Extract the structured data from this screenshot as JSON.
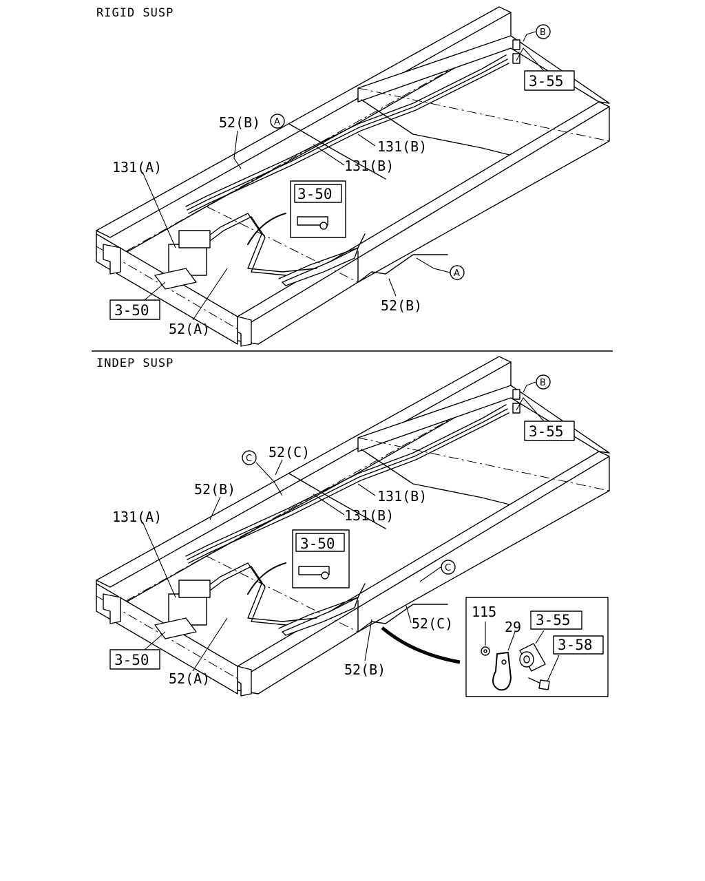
{
  "sections": [
    {
      "title": "RIGID SUSP",
      "labels": {
        "l52b_top": "52(B)",
        "l131a": "131(A)",
        "l131b_1": "131(B)",
        "l131b_2": "131(B)",
        "l52b_right": "52(B)",
        "l52a": "52(A)"
      },
      "circles": {
        "a_top": "A",
        "a_right": "A",
        "b": "B"
      },
      "refs": {
        "r355": "3-55",
        "r350_inset": "3-50",
        "r350_bottom": "3-50"
      }
    },
    {
      "title": "INDEP SUSP",
      "labels": {
        "l52c_top": "52(C)",
        "l52b_top": "52(B)",
        "l131a": "131(A)",
        "l131b_1": "131(B)",
        "l131b_2": "131(B)",
        "l52c_right": "52(C)",
        "l52b_bottom": "52(B)",
        "l52a": "52(A)"
      },
      "circles": {
        "c_top": "C",
        "c_right": "C",
        "b": "B"
      },
      "refs": {
        "r355": "3-55",
        "r350_inset": "3-50",
        "r350_bottom": "3-50"
      },
      "detail": {
        "l115": "115",
        "l29": "29",
        "r355": "3-55",
        "r358": "3-58"
      }
    }
  ]
}
